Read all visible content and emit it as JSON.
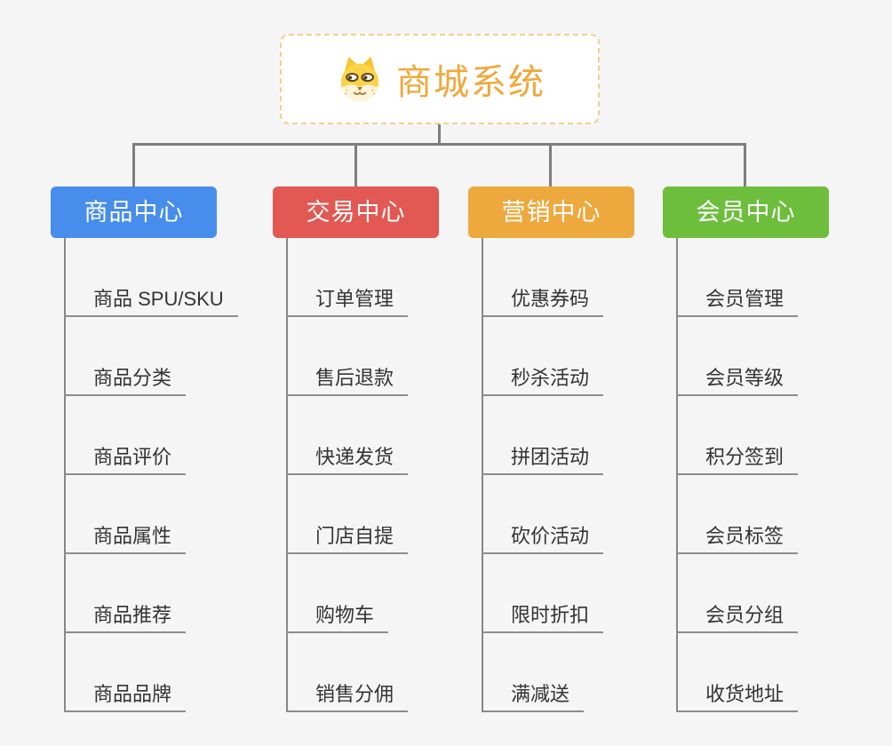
{
  "canvas": {
    "background": "#F5F5F5",
    "connector_color": "#7E7E7E"
  },
  "root": {
    "title": "商城系统",
    "title_color": "#F0A83C",
    "border_color": "#F6CE8C",
    "icon": "dog-face-icon"
  },
  "branches": [
    {
      "label": "商品中心",
      "color": "#478DEB",
      "items": [
        "商品 SPU/SKU",
        "商品分类",
        "商品评价",
        "商品属性",
        "商品推荐",
        "商品品牌"
      ]
    },
    {
      "label": "交易中心",
      "color": "#E25853",
      "items": [
        "订单管理",
        "售后退款",
        "快递发货",
        "门店自提",
        "购物车",
        "销售分佣"
      ]
    },
    {
      "label": "营销中心",
      "color": "#EDA93D",
      "items": [
        "优惠券码",
        "秒杀活动",
        "拼团活动",
        "砍价活动",
        "限时折扣",
        "满减送"
      ]
    },
    {
      "label": "会员中心",
      "color": "#6EBE3E",
      "items": [
        "会员管理",
        "会员等级",
        "积分签到",
        "会员标签",
        "会员分组",
        "收货地址"
      ]
    }
  ]
}
